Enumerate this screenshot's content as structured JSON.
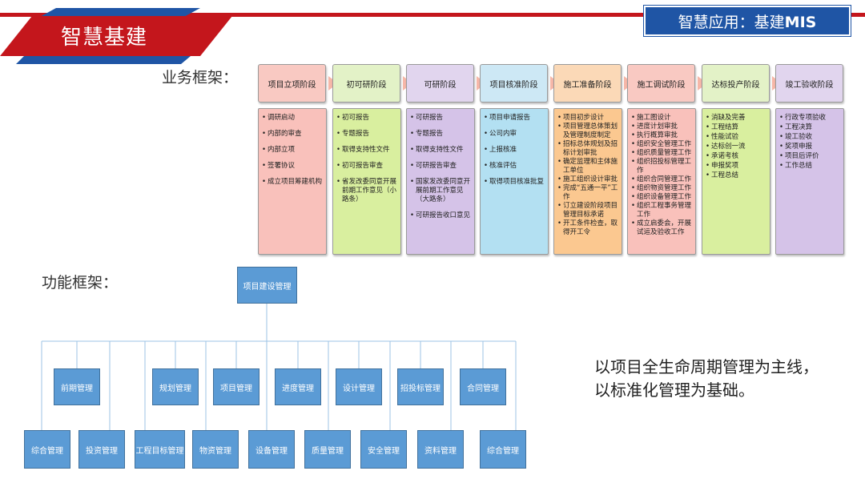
{
  "header": {
    "title": "智慧基建",
    "tab_prefix": "智慧应用：基建",
    "tab_suffix": "MIS"
  },
  "business": {
    "label": "业务框架：",
    "stages": [
      {
        "title": "项目立项阶段",
        "items": [
          "调研启动",
          "内部的审查",
          "内部立项",
          "签署协议",
          "成立项目筹建机构"
        ]
      },
      {
        "title": "初可研阶段",
        "items": [
          "初可报告",
          "专题报告",
          "取得支持性文件",
          "初可报告审查",
          "省发改委同意开展前期工作意见（小路条）"
        ]
      },
      {
        "title": "可研阶段",
        "items": [
          "可研报告",
          "专题报告",
          "取得支持性文件",
          "可研报告审查",
          "国家发改委同意开展前期工作意见（大路条）",
          "可研报告收口意见"
        ]
      },
      {
        "title": "项目核准阶段",
        "items": [
          "项目申请报告",
          "公司内审",
          "上报核准",
          "核准评估",
          "取得项目核准批复"
        ]
      },
      {
        "title": "施工准备阶段",
        "items": [
          "项目初步设计",
          "项目管理总体策划及管理制度制定",
          "招标总体规划及招标计划审批",
          "确定监理和主体施工单位",
          "施工组织设计审批",
          "完成“五通一平”工作",
          "订立建设阶段项目管理目标承诺",
          "开工条件检查，取得开工令"
        ]
      },
      {
        "title": "施工调试阶段",
        "items": [
          "施工图设计",
          "进度计划审批",
          "执行概算审批",
          "组织安全管理工作",
          "组织质量管理工作",
          "组织招投标管理工作",
          "组织合同管理工作",
          "组织物资管理工作",
          "组织设备管理工作",
          "组织工程事务管理工作",
          "成立启委会，开展试运及验收工作"
        ]
      },
      {
        "title": "达标投产阶段",
        "items": [
          "消缺及完善",
          "工程结算",
          "性能试验",
          "达标创一流",
          "承诺考核",
          "申报奖项",
          "工程总结"
        ]
      },
      {
        "title": "竣工验收阶段",
        "items": [
          "行政专项验收",
          "工程决算",
          "竣工验收",
          "奖项申报",
          "项目后评价",
          "工作总结"
        ]
      }
    ]
  },
  "function": {
    "label": "功能框架：",
    "root": "项目建设管理",
    "level2": [
      "前期管理",
      "规划管理",
      "项目管理",
      "进度管理",
      "设计管理",
      "招投标管理",
      "合同管理"
    ],
    "level3": [
      "综合管理",
      "投资管理",
      "工程目标管理",
      "物资管理",
      "设备管理",
      "质量管理",
      "安全管理",
      "资料管理",
      "综合管理"
    ]
  },
  "slogan": {
    "line1": "以项目全生命周期管理为主线，",
    "line2": "以标准化管理为基础。"
  },
  "colors": {
    "brand_red": "#c4161c",
    "brand_blue": "#1f55a5",
    "tree_box": "#5b9bd5",
    "stage_heads": [
      "#f9c9c2",
      "#e3f2c7",
      "#e1d5ee",
      "#cde8f5",
      "#fbd9b7",
      "#f9c9c2",
      "#e3f2c7",
      "#e1d5ee"
    ],
    "stage_bodies": [
      "#f9c1bb",
      "#d9ef9f",
      "#d5c3e8",
      "#b3e0f2",
      "#fbc890",
      "#f9c1bb",
      "#d9ef9f",
      "#d5c3e8"
    ]
  }
}
